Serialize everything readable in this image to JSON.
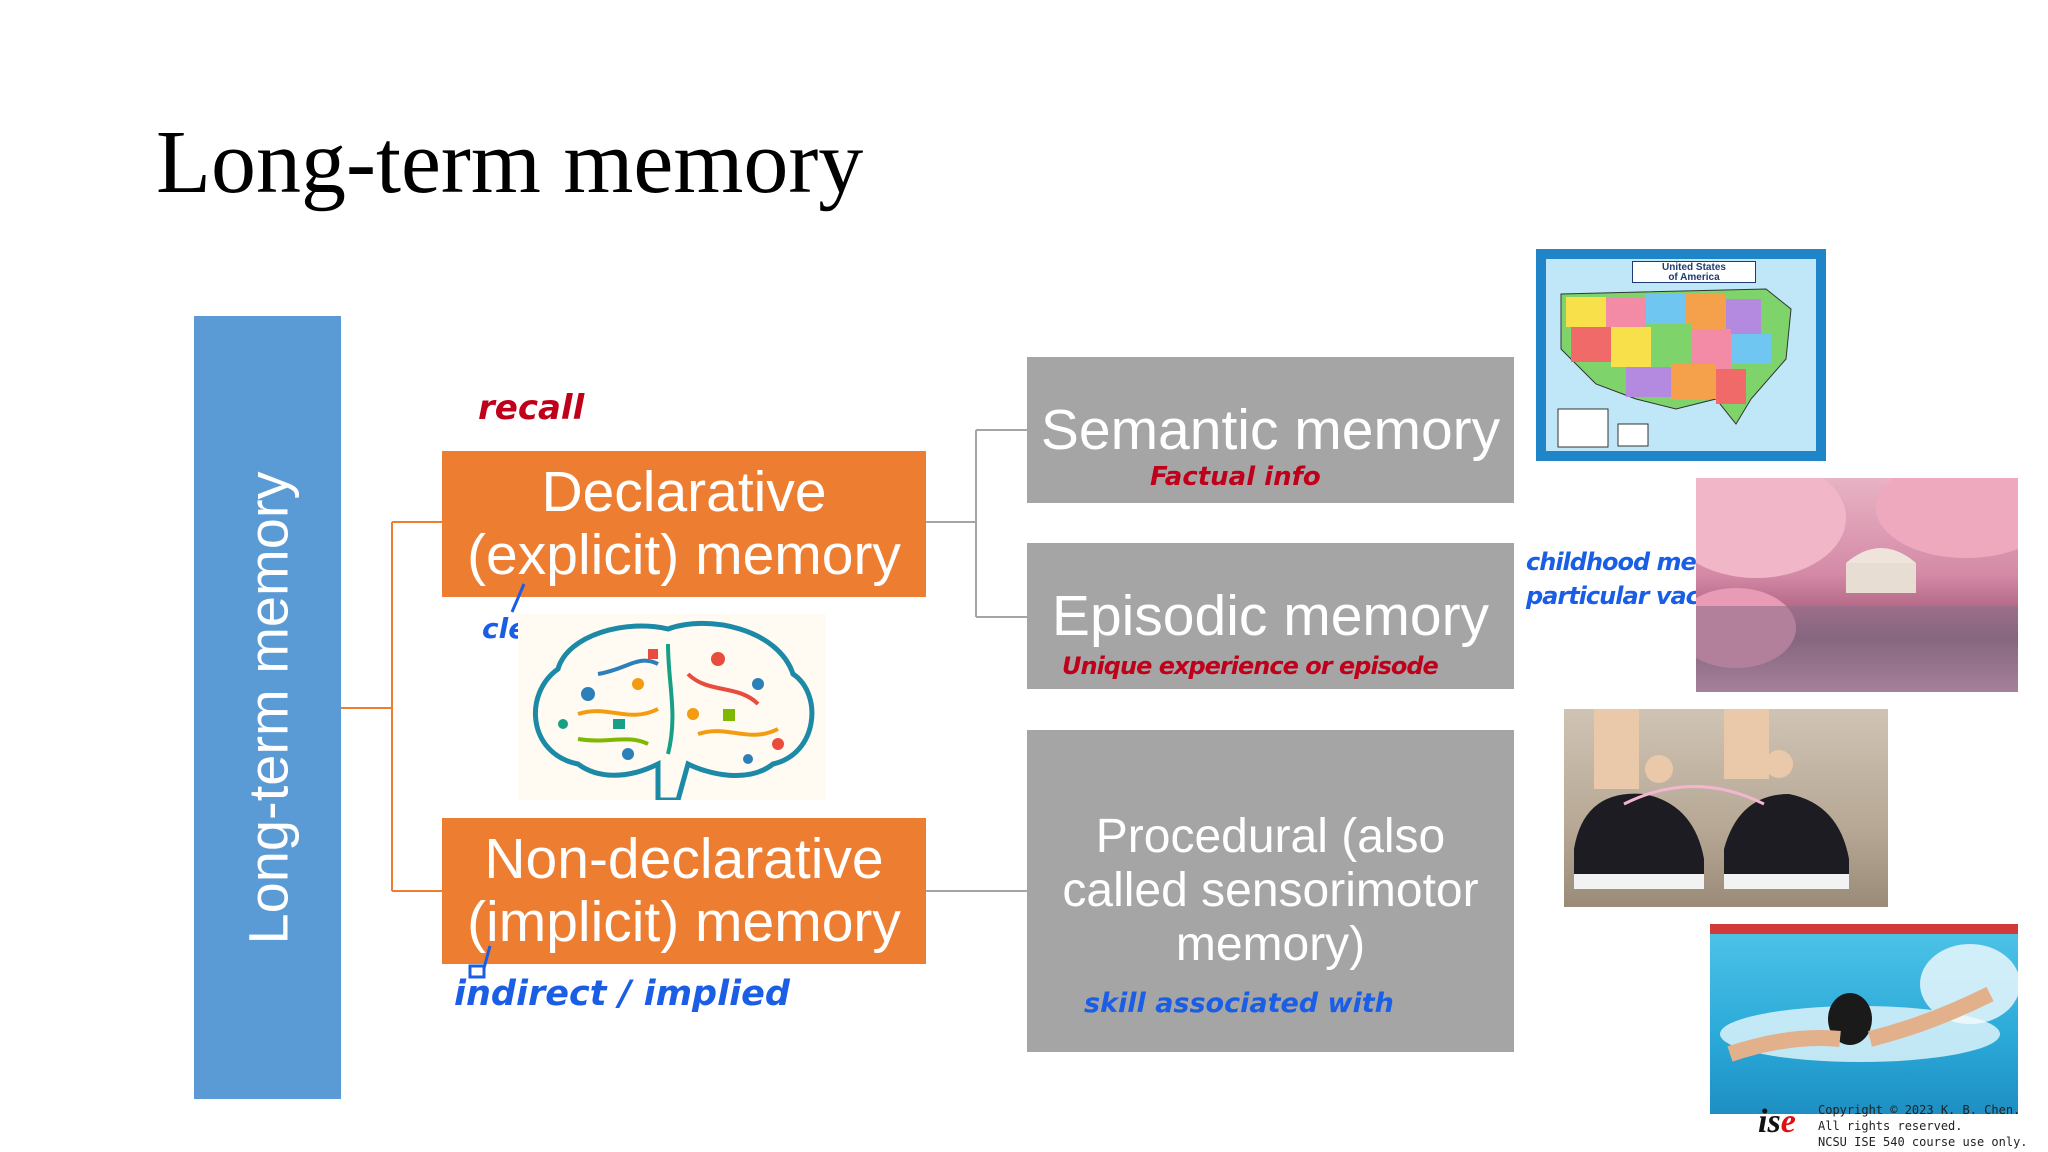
{
  "slide": {
    "title": "Long-term memory"
  },
  "diagram": {
    "root": "Long-term memory",
    "declarative": {
      "line1": "Declarative",
      "line2": "(explicit) memory"
    },
    "nondeclarative": {
      "line1": "Non-declarative",
      "line2": "(implicit) memory"
    },
    "semantic": "Semantic memory",
    "episodic": "Episodic memory",
    "procedural": {
      "line1": "Procedural (also",
      "line2": "called sensorimotor",
      "line3": "memory)"
    }
  },
  "annotations": {
    "recall": "recall",
    "factual": "Factual  info",
    "childhood": "childhood memories",
    "particular": "particular vacation",
    "clear": "clear",
    "unique": "Unique  experience   or  episode",
    "indirect": "indirect / implied",
    "skill": "skill  associated  with"
  },
  "images": {
    "map_title_1": "United States",
    "map_title_2": "of America"
  },
  "footer": {
    "logo_text": "is",
    "logo_accent": "e",
    "copyright_1": "Copyright © 2023 K. B. Chen.",
    "copyright_2": "All rights reserved.",
    "copyright_3": "NCSU ISE 540 course use only."
  },
  "colors": {
    "blue_box": "#5b9bd5",
    "orange_box": "#ed7d31",
    "gray_box": "#a5a5a5",
    "ink_red": "#c0001a",
    "ink_blue": "#1a5ee6"
  }
}
